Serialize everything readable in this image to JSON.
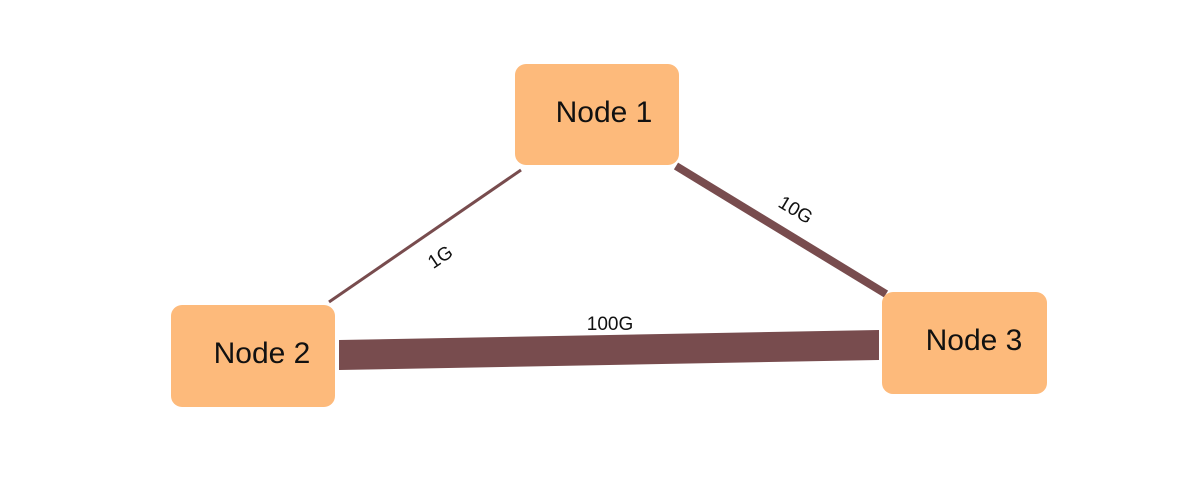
{
  "colors": {
    "node_fill": "#FDBA7B",
    "edge_color": "#784C4E",
    "background": "#FFFFFF"
  },
  "nodes": [
    {
      "id": "node-1",
      "label": "Node 1"
    },
    {
      "id": "node-2",
      "label": "Node 2"
    },
    {
      "id": "node-3",
      "label": "Node 3"
    }
  ],
  "edges": [
    {
      "from": "node-1",
      "to": "node-2",
      "label": "1G",
      "bandwidth": "1G"
    },
    {
      "from": "node-1",
      "to": "node-3",
      "label": "10G",
      "bandwidth": "10G"
    },
    {
      "from": "node-2",
      "to": "node-3",
      "label": "100G",
      "bandwidth": "100G"
    }
  ]
}
